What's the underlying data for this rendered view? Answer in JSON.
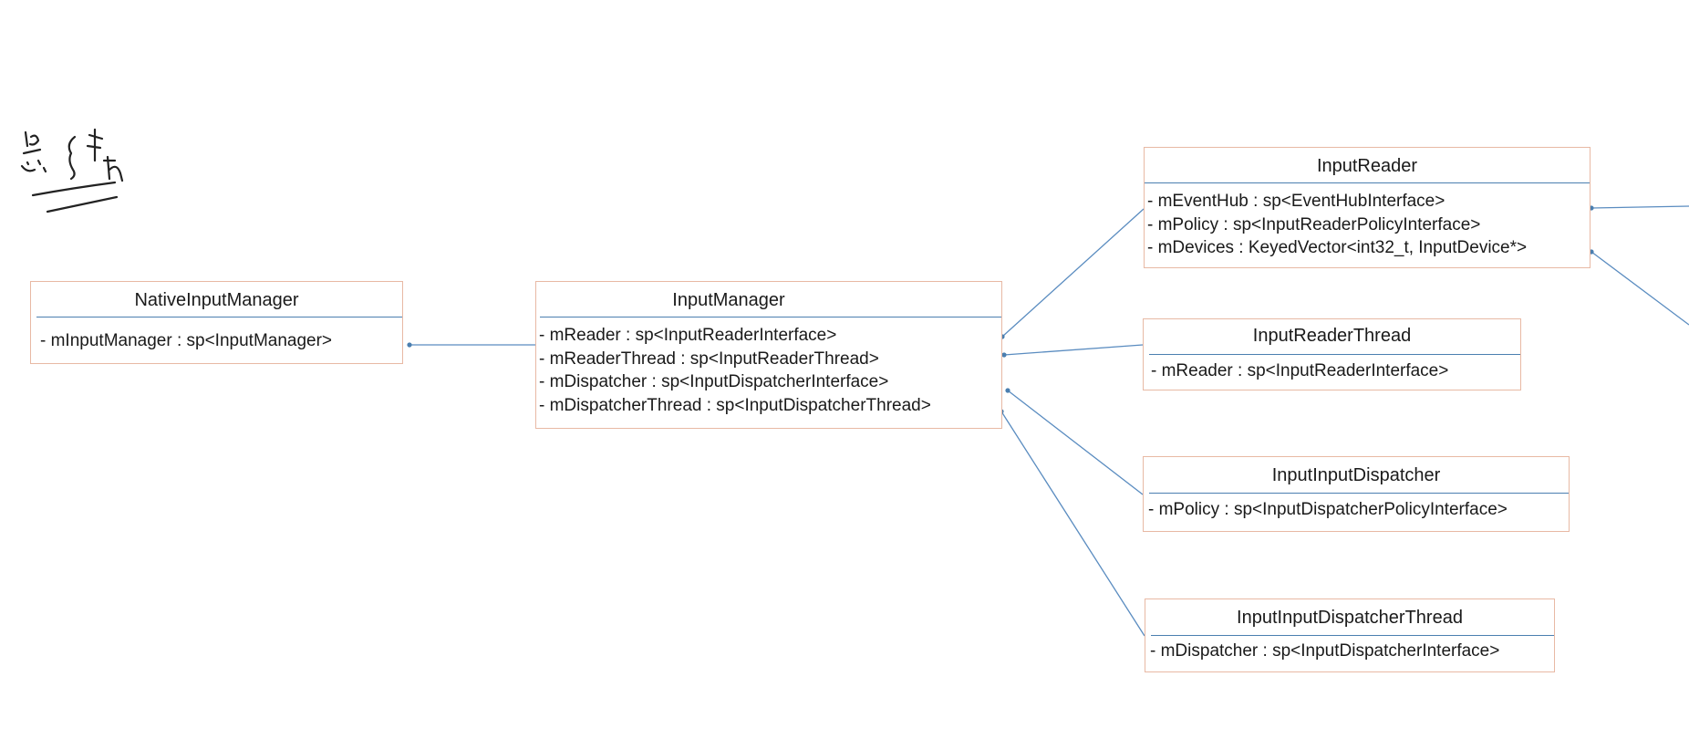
{
  "diagram": {
    "classes": [
      {
        "id": "native",
        "name": "NativeInputManager",
        "attributes": [
          "- mInputManager : sp<InputManager>"
        ]
      },
      {
        "id": "manager",
        "name": "InputManager",
        "attributes": [
          "- mReader : sp<InputReaderInterface>",
          "- mReaderThread : sp<InputReaderThread>",
          "- mDispatcher : sp<InputDispatcherInterface>",
          "- mDispatcherThread : sp<InputDispatcherThread>"
        ]
      },
      {
        "id": "reader",
        "name": "InputReader",
        "attributes": [
          "- mEventHub : sp<EventHubInterface>",
          "- mPolicy : sp<InputReaderPolicyInterface>",
          "- mDevices : KeyedVector<int32_t, InputDevice*>"
        ]
      },
      {
        "id": "readerThread",
        "name": "InputReaderThread",
        "attributes": [
          "- mReader : sp<InputReaderInterface>"
        ]
      },
      {
        "id": "dispatcher",
        "name": "InputInputDispatcher",
        "attributes": [
          "- mPolicy : sp<InputDispatcherPolicyInterface>"
        ]
      },
      {
        "id": "dispatcherThread",
        "name": "InputInputDispatcherThread",
        "attributes": [
          "- mDispatcher : sp<InputDispatcherInterface>"
        ]
      }
    ],
    "connections": [
      {
        "from": "native",
        "to": "manager"
      },
      {
        "from": "manager",
        "to": "reader"
      },
      {
        "from": "manager",
        "to": "readerThread"
      },
      {
        "from": "manager",
        "to": "dispatcher"
      },
      {
        "from": "manager",
        "to": "dispatcherThread"
      }
    ],
    "handwritten_note": "总结"
  },
  "colors": {
    "box_border": "#e8b9a4",
    "separator": "#4b7fb0",
    "connector": "#5a8cc0"
  }
}
